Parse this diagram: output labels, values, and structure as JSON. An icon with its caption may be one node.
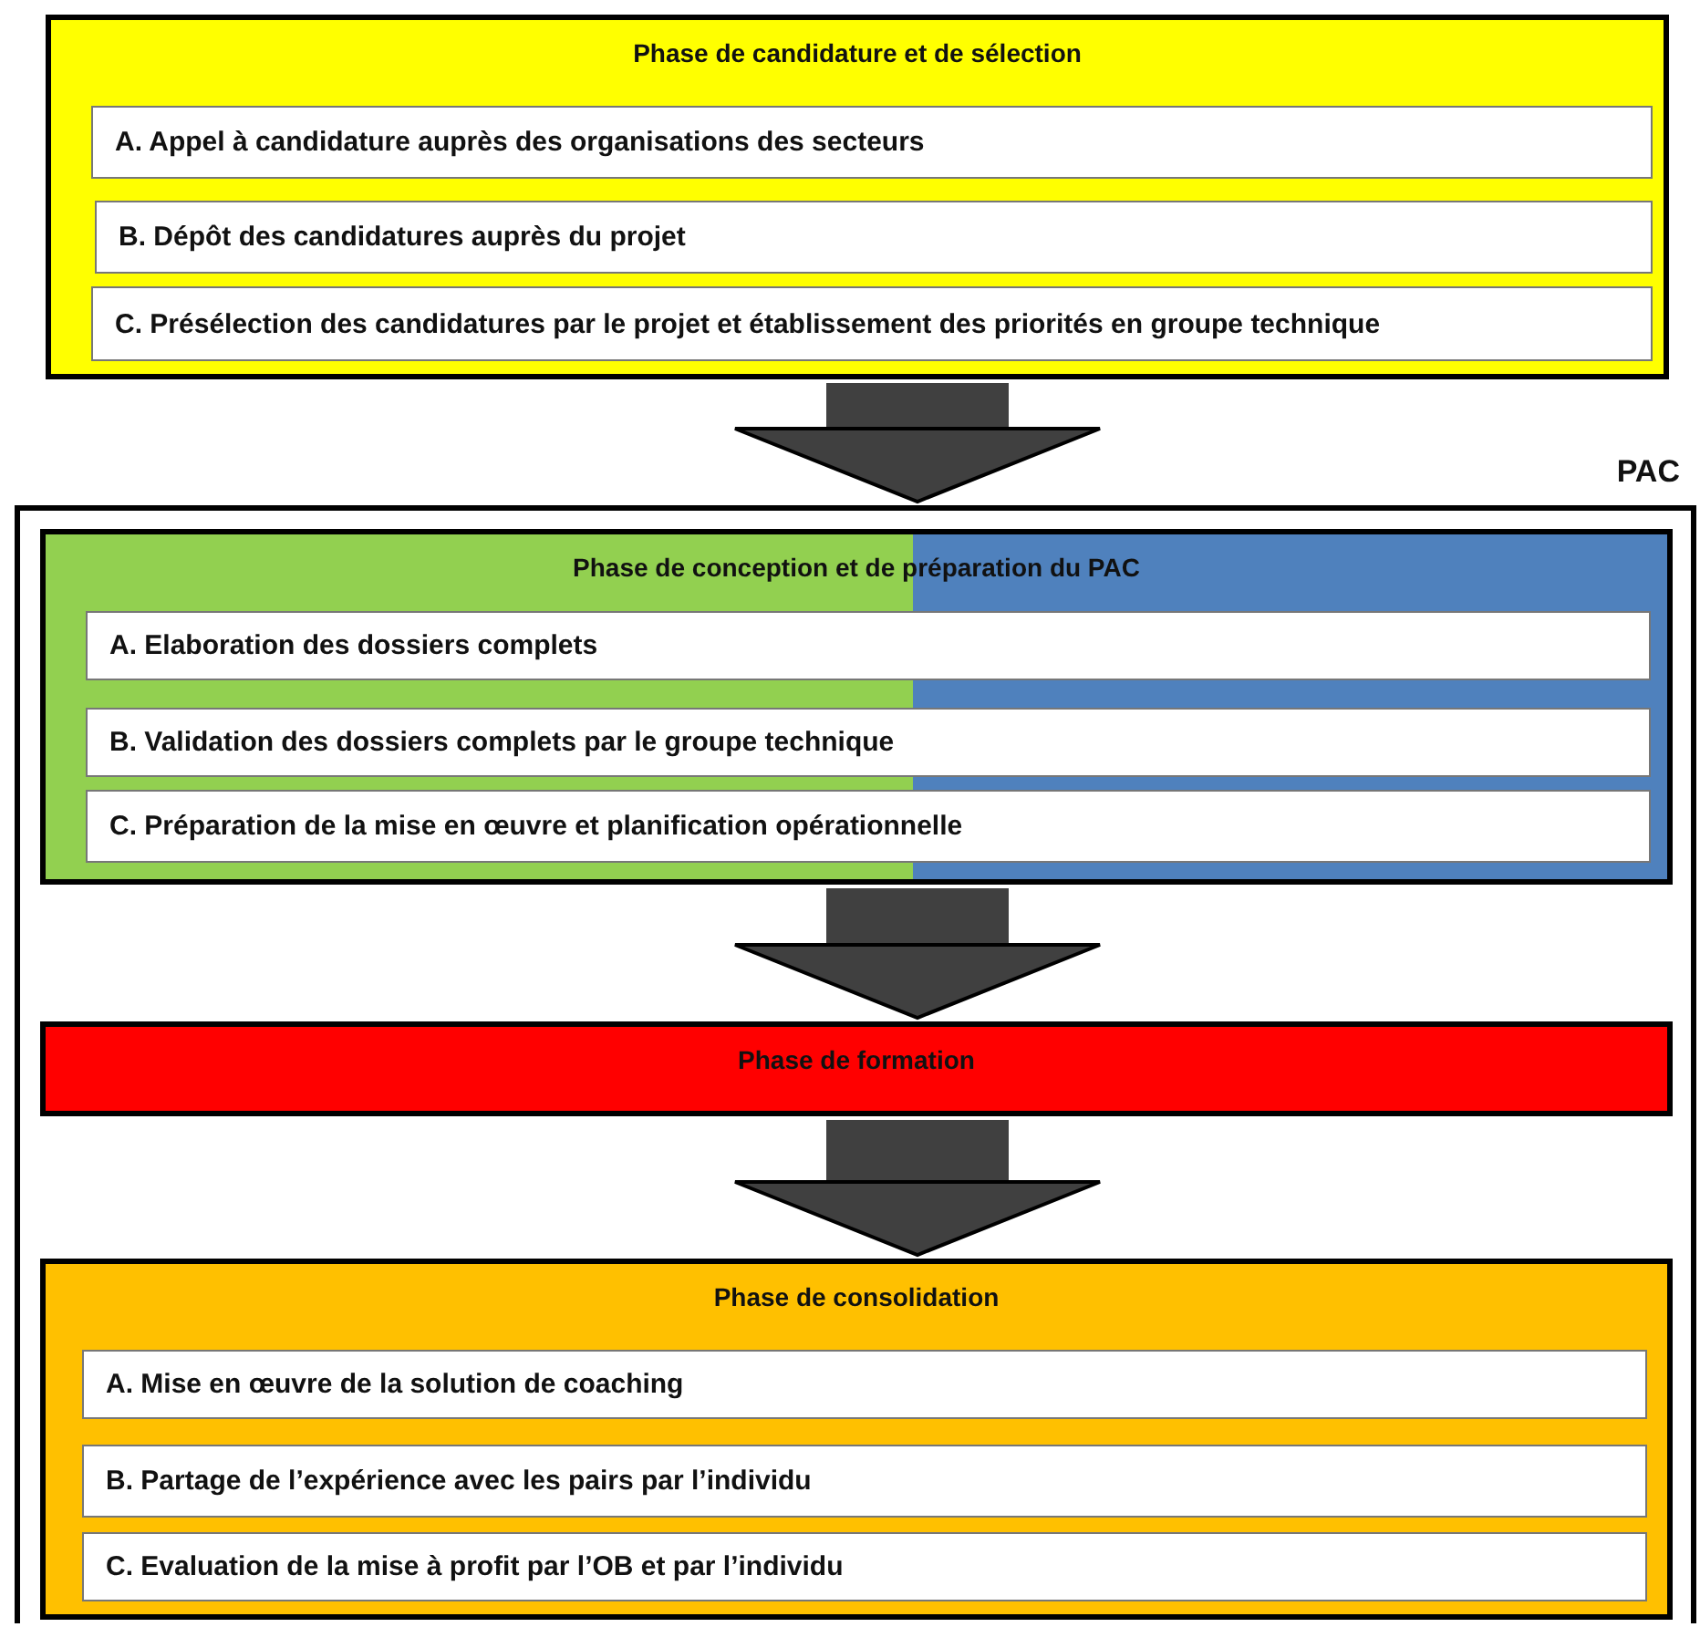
{
  "diagram": {
    "nodes": [
      {
        "text": [
          "Phase de candidature et de sélection"
        ]
      },
      {
        "text": [
          "A. Appel à candidature auprès des organisations des secteurs"
        ],
        "in": 0
      },
      {
        "text": [
          "B. Dépôt des candidatures auprès du projet"
        ],
        "in": 0
      },
      {
        "text": [
          "C. Présélection des candidatures par le projet et établissement des priorités en groupe technique"
        ],
        "in": 0
      },
      {
        "text": [
          "PAC"
        ]
      },
      {
        "text": [
          "Phase de conception et de préparation du PAC"
        ],
        "in": 4
      },
      {
        "text": [
          "A. Elaboration des dossiers complets"
        ],
        "in": 5
      },
      {
        "text": [
          "B. Validation des dossiers complets par le groupe technique"
        ],
        "in": 5
      },
      {
        "text": [
          "C. Préparation de la mise en œuvre et planification opérationnelle"
        ],
        "in": 5
      },
      {
        "text": [
          "Phase de formation"
        ],
        "in": 4
      },
      {
        "text": [
          "Phase de consolidation"
        ],
        "in": 4
      },
      {
        "text": [
          "A. Mise en œuvre de la solution de coaching"
        ],
        "in": 10
      },
      {
        "text": [
          "B. Partage de l’expérience avec les pairs par l’individu"
        ],
        "in": 10
      },
      {
        "text": [
          "C. Evaluation de la mise à profit par l’OB et par l’individu"
        ],
        "in": 10
      }
    ],
    "edges": [
      {
        "from": 0,
        "to": 4,
        "arrow": "to"
      },
      {
        "from": 5,
        "to": 9,
        "arrow": "to"
      },
      {
        "from": 9,
        "to": 10,
        "arrow": "to"
      }
    ]
  }
}
